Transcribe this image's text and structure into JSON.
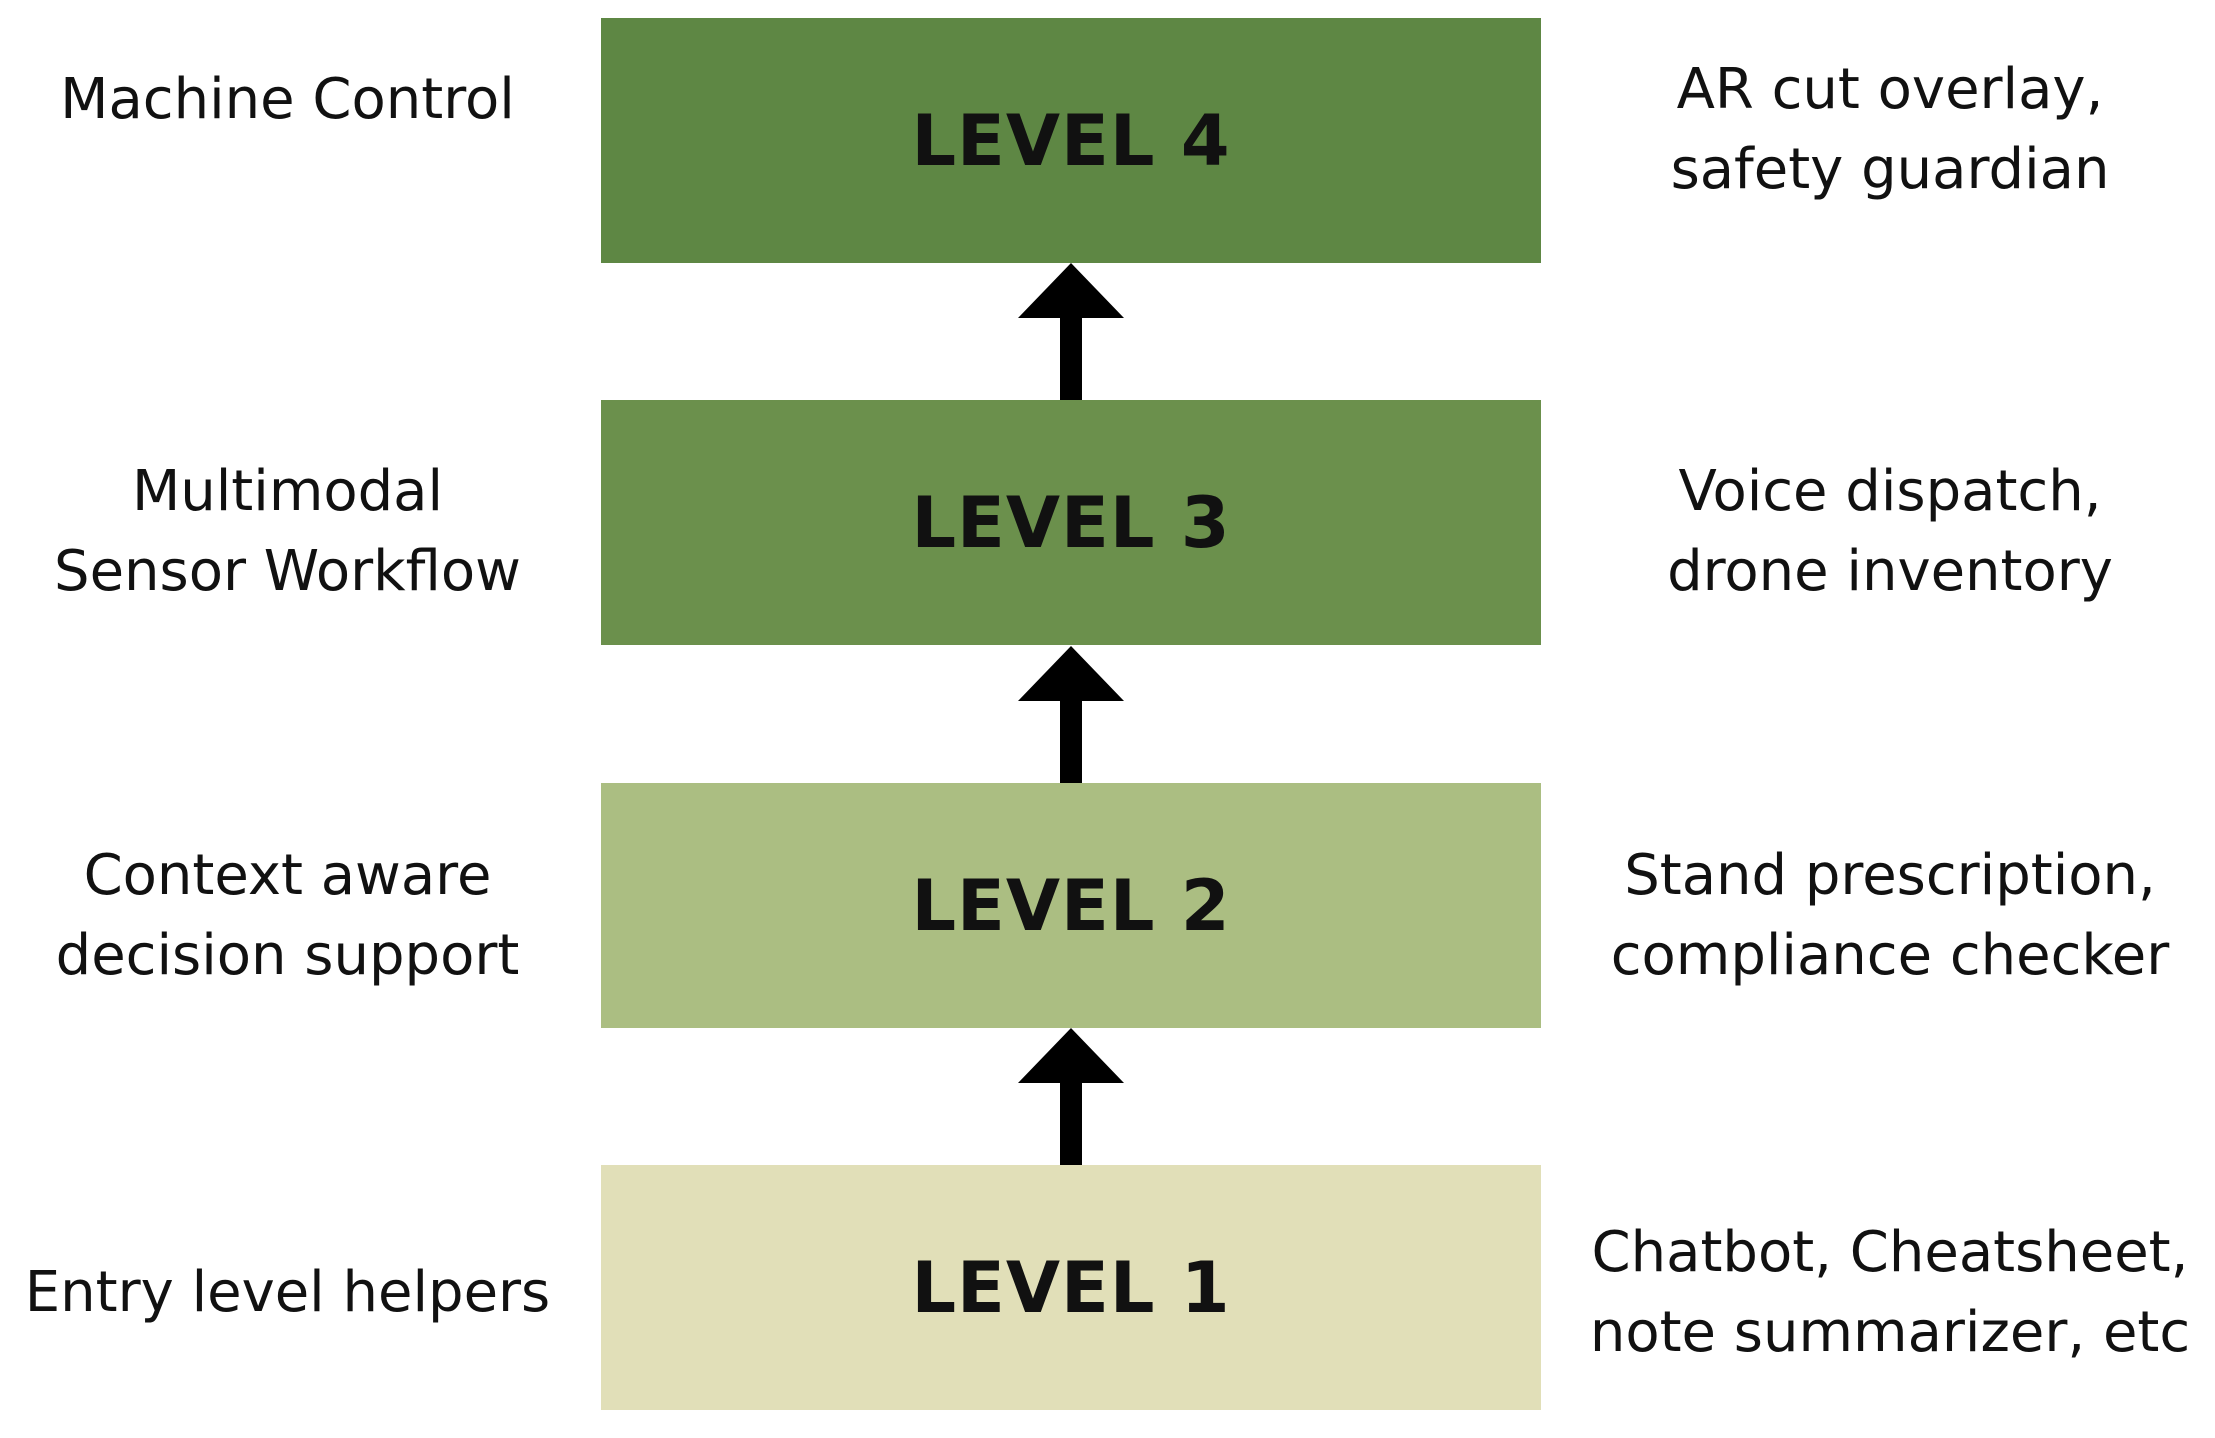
{
  "levels": [
    {
      "label": "LEVEL 4",
      "color": "#5e8744",
      "left_text": [
        "Machine Control"
      ],
      "right_text": [
        "AR cut overlay,",
        "safety guardian"
      ]
    },
    {
      "label": "LEVEL 3",
      "color": "#6b904c",
      "left_text": [
        "Multimodal",
        "Sensor Workflow"
      ],
      "right_text": [
        "Voice dispatch,",
        "drone inventory"
      ]
    },
    {
      "label": "LEVEL 2",
      "color": "#abbe82",
      "left_text": [
        "Context aware",
        "decision support"
      ],
      "right_text": [
        "Stand prescription,",
        "compliance checker"
      ]
    },
    {
      "label": "LEVEL 1",
      "color": "#e1dfb8",
      "left_text": [
        "Entry level helpers"
      ],
      "right_text": [
        "Chatbot, Cheatsheet,",
        "note summarizer, etc"
      ]
    }
  ],
  "arrow_color": "#000000"
}
